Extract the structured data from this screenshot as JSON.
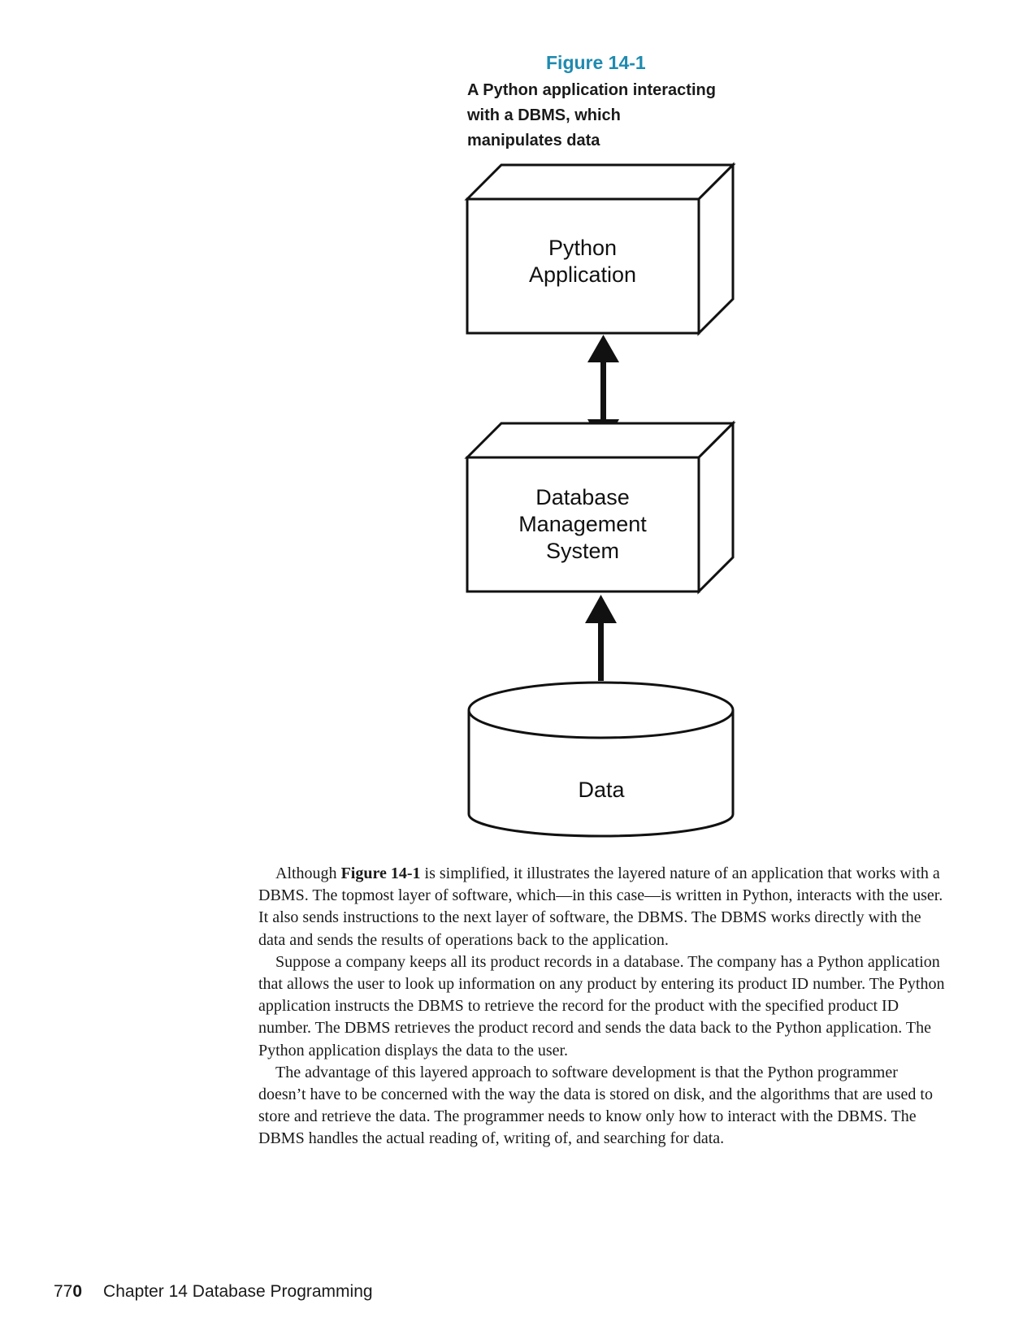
{
  "figure": {
    "number": "Figure 14-1",
    "caption_lines": [
      "A Python application interacting",
      "with a DBMS, which",
      "manipulates data"
    ],
    "nodes": {
      "app": [
        "Python",
        "Application"
      ],
      "dbms": [
        "Database",
        "Management",
        "System"
      ],
      "data": [
        "Data"
      ]
    }
  },
  "body": {
    "p1_before": "Although ",
    "p1_bold": "Figure 14-1",
    "p1_after": " is simplified, it illustrates the layered nature of an application that works with a DBMS. The topmost layer of software, which—in this case—is written in Python, interacts with the user. It also sends instructions to the next layer of software, the DBMS. The DBMS works directly with the data and sends the results of operations back to the application.",
    "p2": "Suppose a company keeps all its product records in a database. The company has a Python application that allows the user to look up information on any product by entering its product ID number. The Python application instructs the DBMS to retrieve the record for the product with the specified product ID number. The DBMS retrieves the product record and sends the data back to the Python application. The Python application displays the data to the user.",
    "p3": "The advantage of this layered approach to software development is that the Python programmer doesn’t have to be concerned with the way the data is stored on disk, and the algorithms that are used to store and retrieve the data. The programmer needs to know only how to interact with the DBMS. The DBMS handles the actual reading of, writing of, and searching for data."
  },
  "footer": {
    "page_prefix": "77",
    "page_last": "0",
    "chapter": "Chapter 14 Database Programming"
  }
}
